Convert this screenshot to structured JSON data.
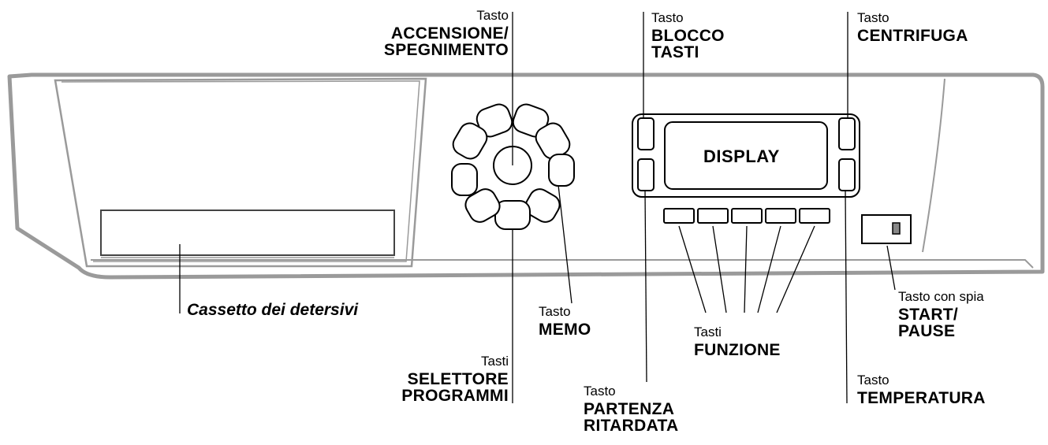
{
  "labels": {
    "power": {
      "prefix": "Tasto",
      "line1": "ACCENSIONE/",
      "line2": "SPEGNIMENTO"
    },
    "key_lock": {
      "prefix": "Tasto",
      "line1": "BLOCCO",
      "line2": "TASTI"
    },
    "spin": {
      "prefix": "Tasto",
      "line1": "CENTRIFUGA"
    },
    "display": "DISPLAY",
    "detergent_drawer": "Cassetto dei detersivi",
    "memo": {
      "prefix": "Tasto",
      "line1": "MEMO"
    },
    "functions": {
      "prefix": "Tasti",
      "line1": "FUNZIONE"
    },
    "start_pause": {
      "prefix": "Tasto con spia",
      "line1": "START/",
      "line2": "PAUSE"
    },
    "program_selector": {
      "prefix": "Tasti",
      "line1": "SELETTORE",
      "line2": "PROGRAMMI"
    },
    "delayed_start": {
      "prefix": "Tasto",
      "line1": "PARTENZA",
      "line2": "RITARDATA"
    },
    "temperature": {
      "prefix": "Tasto",
      "line1": "TEMPERATURA"
    }
  },
  "colors": {
    "panel_stroke": "#9a9a9a",
    "line": "#000000",
    "background": "#ffffff"
  }
}
